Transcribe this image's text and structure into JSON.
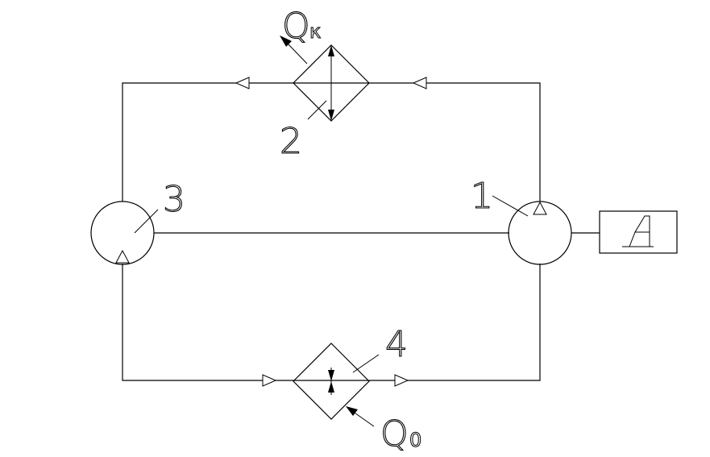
{
  "labels": {
    "compressor": "1",
    "condenser": "2",
    "expander": "3",
    "evaporator": "4",
    "q_condenser_main": "Q",
    "q_condenser_sub": "к",
    "q_evaporator_main": "Q",
    "q_evaporator_sub": "0"
  }
}
